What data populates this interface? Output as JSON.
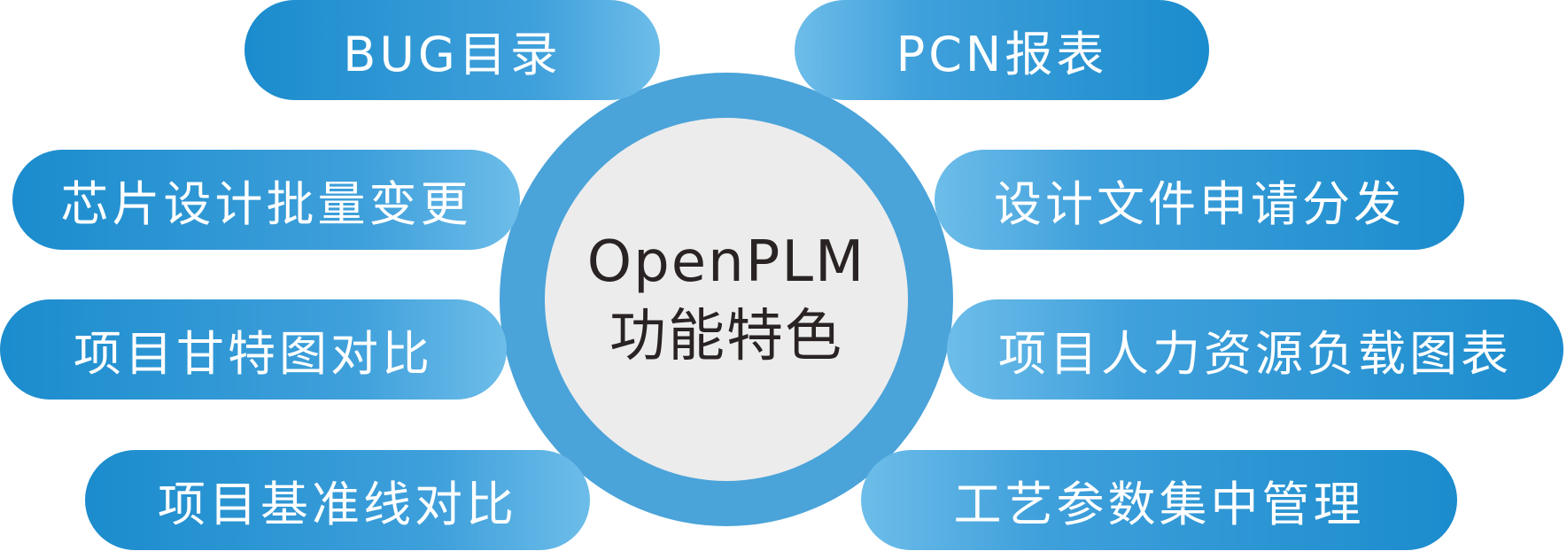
{
  "center": {
    "line1": "OpenPLM",
    "line2": "功能特色"
  },
  "features_left": [
    "BUG目录",
    "芯片设计批量变更",
    "项目甘特图对比",
    "项目基准线对比"
  ],
  "features_right": [
    "PCN报表",
    "设计文件申请分发",
    "项目人力资源负载图表",
    "工艺参数集中管理"
  ],
  "colors": {
    "dark_blue": "#1b8ccd",
    "light_blue": "#6dbde9",
    "ring": "#4aa3d9",
    "center_fill": "#ececec"
  }
}
